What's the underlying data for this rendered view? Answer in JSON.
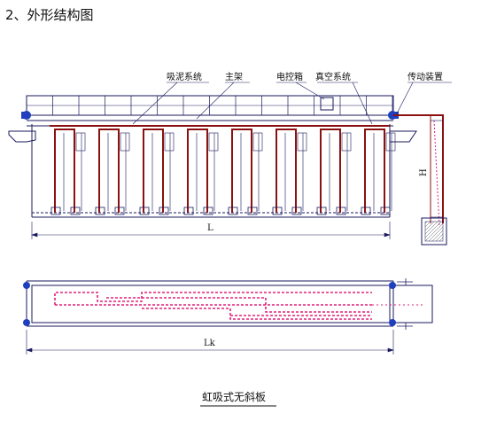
{
  "heading": "2、外形结构图",
  "labels": {
    "suction_system": "吸泥系统",
    "main_frame": "主架",
    "control_box": "电控箱",
    "vacuum_system": "真空系统",
    "drive_device": "传动装置"
  },
  "dimensions": {
    "height": "H",
    "length": "L",
    "track_length": "Lk"
  },
  "caption": "虹吸式无斜板",
  "colors": {
    "line": "#1a1a5e",
    "pipe": "#8b1010",
    "pink": "#e0207a",
    "blue": "#1f3fbf"
  }
}
